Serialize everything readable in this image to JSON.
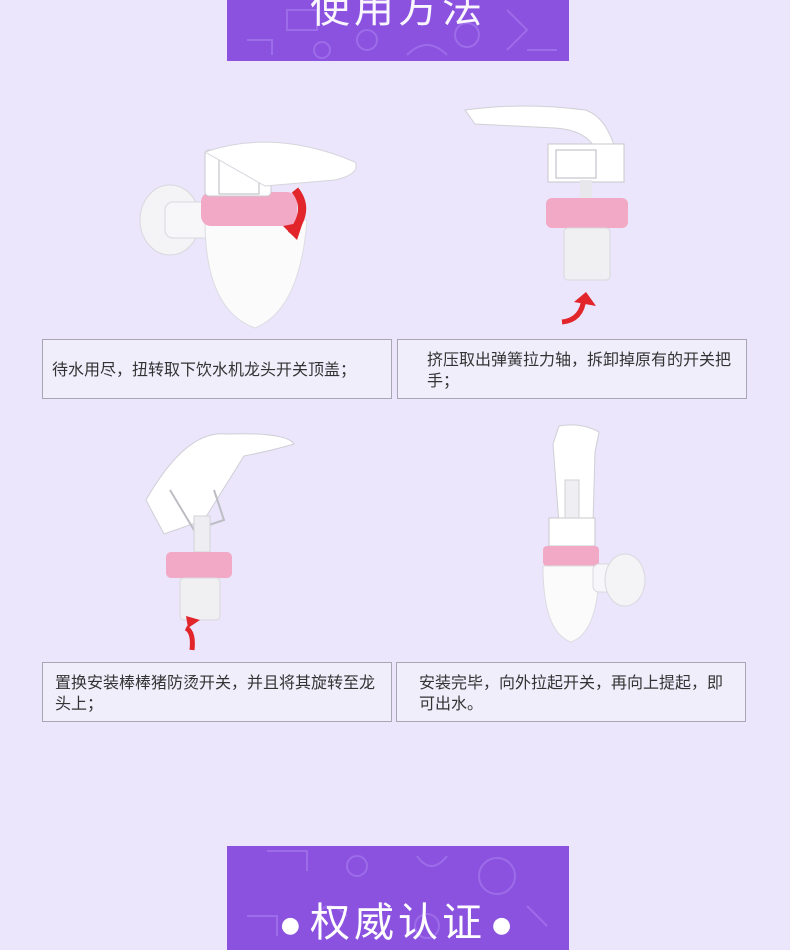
{
  "sections": {
    "usage_title": "使用方法",
    "certification_title": "权威认证"
  },
  "steps": [
    {
      "text": "待水用尽，扭转取下饮水机龙头开关顶盖；"
    },
    {
      "text": "挤压取出弹簧拉力轴，拆卸掉原有的开关把手；"
    },
    {
      "text": "置换安装棒棒猪防烫开关，并且将其旋转至龙头上；"
    },
    {
      "text": "安装完毕，向外拉起开关，再向上提起，即可出水。"
    }
  ],
  "colors": {
    "banner": "#8b52e0",
    "background": "#ebe6fb",
    "pink_ring": "#f2a9c6",
    "arrow_red": "#e2242b"
  }
}
